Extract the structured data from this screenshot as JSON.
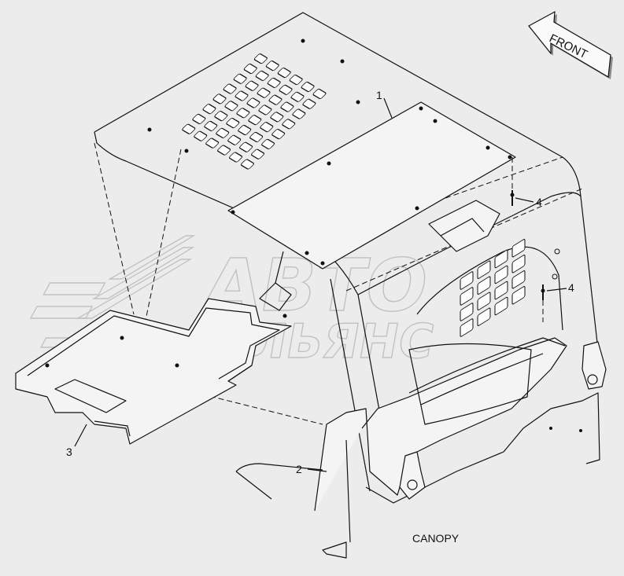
{
  "diagram": {
    "caption": "CANOPY",
    "direction_label": "FRONT",
    "callouts": [
      "1",
      "2",
      "3",
      "4",
      "4"
    ],
    "watermark": {
      "line1": "АВТО",
      "line2": "АЛЬЯНС"
    }
  },
  "colors": {
    "background": "#ececec",
    "line": "#111111",
    "watermark": "#bdbdbd"
  }
}
